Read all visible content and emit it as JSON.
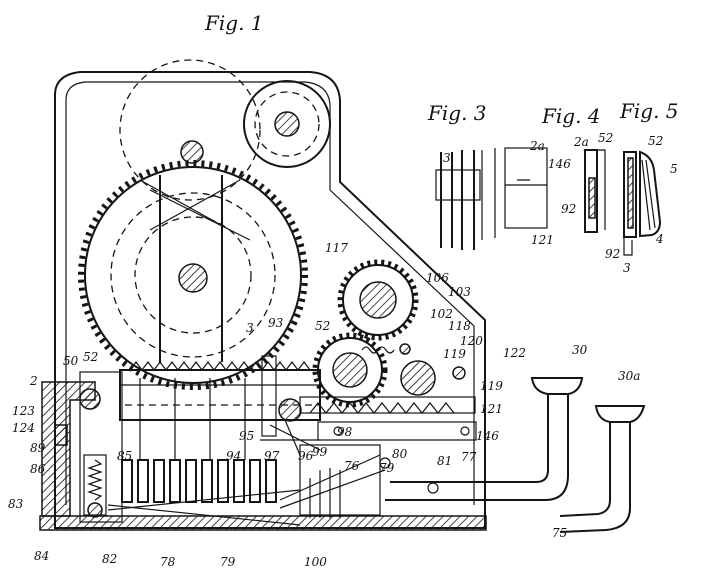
{
  "figures": {
    "fig1": "Fig. 1",
    "fig3": "Fig. 3",
    "fig4": "Fig. 4",
    "fig5": "Fig. 5"
  },
  "labels": {
    "l117": "117",
    "l106": "106",
    "l103": "103",
    "l102": "102",
    "l118": "118",
    "l120": "120",
    "l119": "119",
    "l122": "122",
    "l119b": "119",
    "l121": "121",
    "l146": "146",
    "l30": "30",
    "l30a": "30a",
    "l75": "75",
    "l52a": "52",
    "l93": "93",
    "l3": "3",
    "l50": "50",
    "l52b": "52",
    "l2": "2",
    "l123": "123",
    "l124": "124",
    "l89": "89",
    "l86": "86",
    "l85": "85",
    "l83": "83",
    "l84": "84",
    "l82": "82",
    "l78": "78",
    "l79a": "79",
    "l100": "100",
    "l95": "95",
    "l97": "97",
    "l94": "94",
    "l96": "96",
    "l99": "99",
    "l98": "98",
    "l80": "80",
    "l76": "76",
    "l79b": "79",
    "l81": "81",
    "l77": "77",
    "f3_3": "3",
    "f3_2a": "2a",
    "f3_146": "146",
    "f3_121": "121",
    "f4_2a": "2a",
    "f4_52": "52",
    "f4_92": "92",
    "f5_52": "52",
    "f5_5": "5",
    "f5_92": "92",
    "f5_4": "4",
    "f5_3": "3"
  }
}
